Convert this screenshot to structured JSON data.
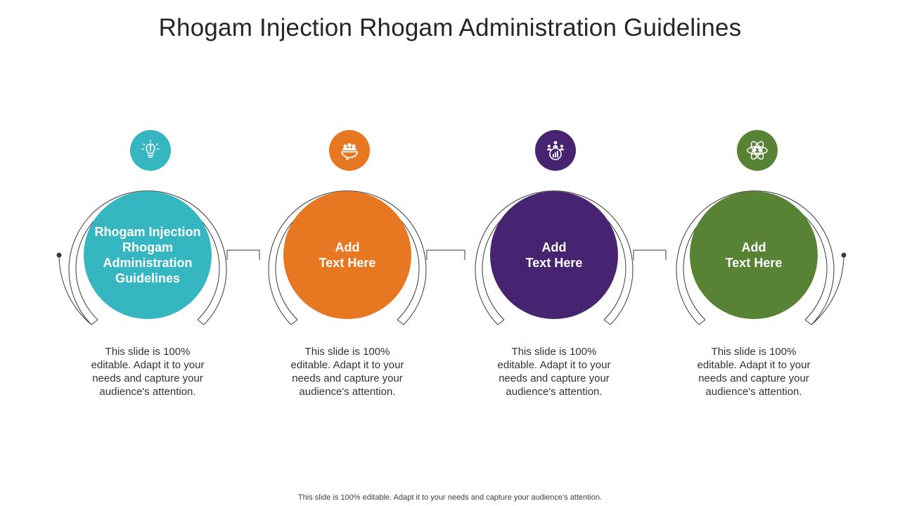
{
  "slide": {
    "title": "Rhogam Injection Rhogam Administration Guidelines",
    "footer": "This slide is 100% editable. Adapt it to your needs and capture your audience’s attention."
  },
  "steps": [
    {
      "label": "Rhogam Injection\nRhogam\nAdministration\nGuidelines",
      "description": "This slide is 100% editable. Adapt it to your needs and capture your audience's attention.",
      "color": "#35B6C1",
      "icon": "lightbulb-pencil-icon"
    },
    {
      "label": "Add\nText Here",
      "description": "This slide is 100% editable. Adapt it to your needs and capture your audience's attention.",
      "color": "#E87722",
      "icon": "team-chat-icon"
    },
    {
      "label": "Add\nText Here",
      "description": "This slide is 100% editable. Adapt it to your needs and capture your audience's attention.",
      "color": "#472472",
      "icon": "team-analytics-icon"
    },
    {
      "label": "Add\nText Here",
      "description": "This slide is 100% editable. Adapt it to your needs and capture your audience's attention.",
      "color": "#588234",
      "icon": "atom-user-icon"
    }
  ],
  "colors": {
    "connector": "#3a3a3a",
    "text": "#333333"
  }
}
